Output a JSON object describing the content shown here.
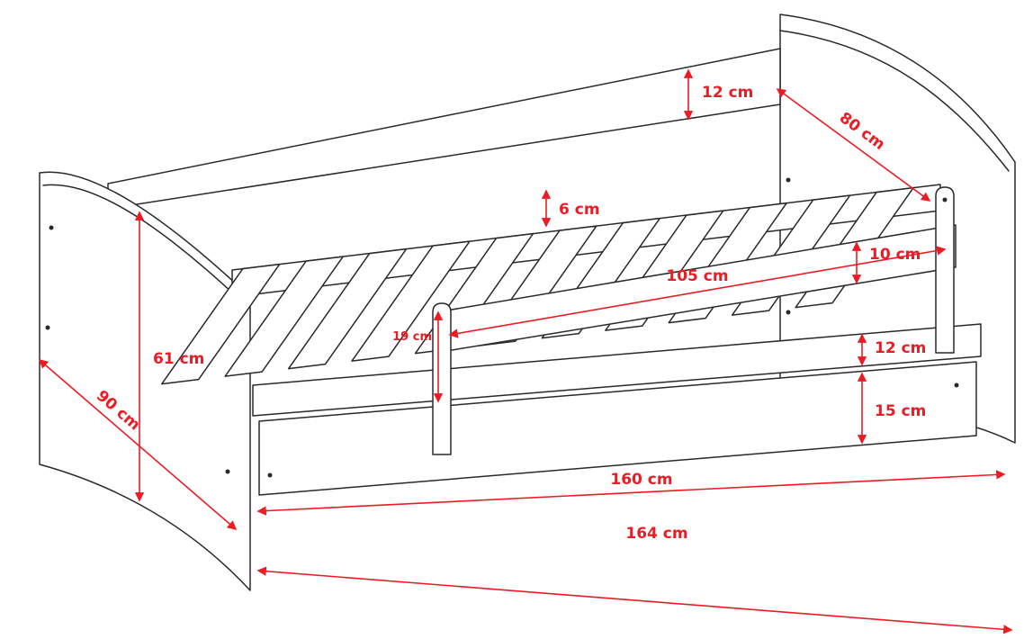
{
  "diagram": {
    "name": "bed-with-drawer-dimension-diagram",
    "background": "#ffffff",
    "outline_color": "#2a282b",
    "dimension_color": "#ec1c24",
    "unit": "cm",
    "dims": [
      {
        "id": "back-rail-height",
        "label": "12 cm"
      },
      {
        "id": "bed-width",
        "label": "80 cm"
      },
      {
        "id": "slat-frame-height",
        "label": "6 cm"
      },
      {
        "id": "guard-rail-height",
        "label": "10 cm"
      },
      {
        "id": "guard-rail-length",
        "label": "105 cm"
      },
      {
        "id": "guard-post-height",
        "label": "19 cm"
      },
      {
        "id": "side-rail-height",
        "label": "12 cm"
      },
      {
        "id": "drawer-height",
        "label": "15 cm"
      },
      {
        "id": "headboard-height",
        "label": "61 cm"
      },
      {
        "id": "bed-depth",
        "label": "90 cm"
      },
      {
        "id": "inner-length",
        "label": "160 cm"
      },
      {
        "id": "outer-length",
        "label": "164 cm"
      }
    ]
  }
}
